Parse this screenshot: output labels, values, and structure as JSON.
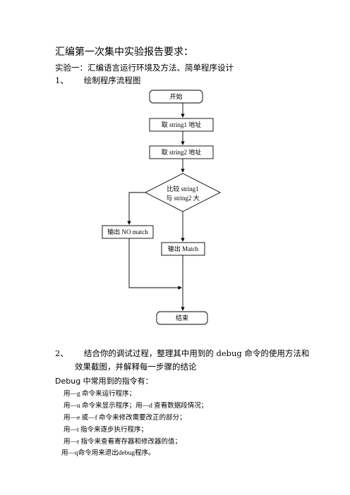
{
  "heading": "汇编第一次集中实验报告要求：",
  "experiment": "实验一：汇编语言运行环境及方法、简单程序设计",
  "item1": {
    "num": "1、",
    "text": "绘制程序流程图"
  },
  "flowchart": {
    "start": "开始",
    "step1": "取 string1 地址",
    "step2": "取 string2 地址",
    "decision_line1": "比较  string1",
    "decision_line2": "与 string2 大",
    "no_match": "输出 NO match",
    "match": "输出 Match",
    "end": "结束"
  },
  "item2": {
    "num": "2、",
    "line1": "结合你的调试过程，整理其中用到的 debug 命令的使用方法和",
    "line2": "效果截图，并解释每一步骤的结论"
  },
  "debug_heading": "Debug 中常用到的指令有：",
  "debug_commands": [
    "用—g 命令来运行程序；",
    "用—u 命令来显示程序；用—d 查看数据段情况；",
    "用—e 或—f 命令来修改需要改正的部分；",
    "用—t 指令来逐步执行程序；",
    "用—r 指令来查看寄存器和修改器的值；",
    "用—q命令用来退出debug程序。"
  ]
}
